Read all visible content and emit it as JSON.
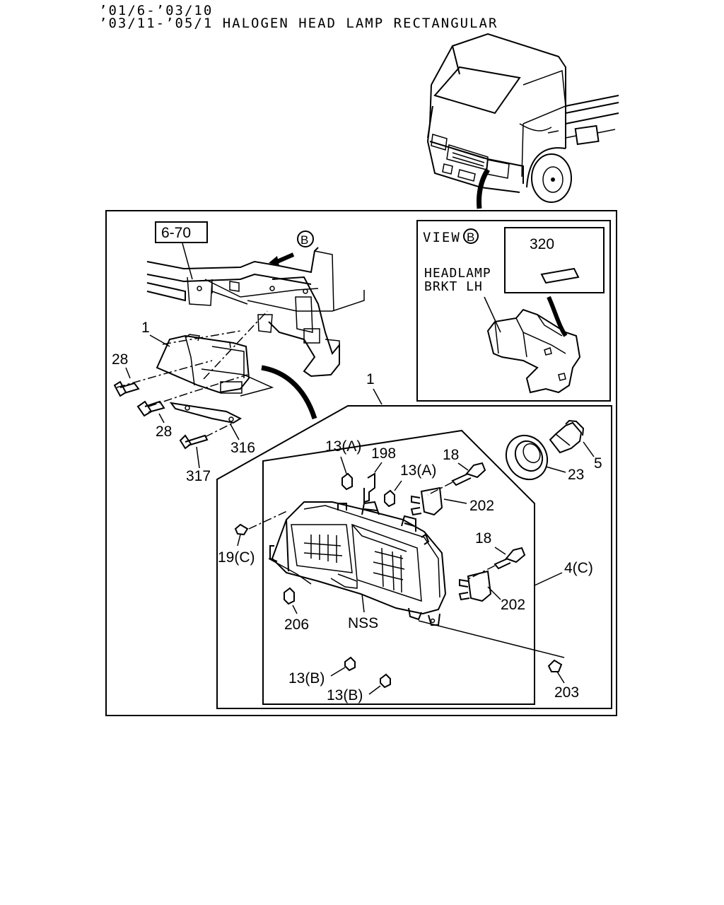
{
  "header": {
    "line1": "’01/6-’03/10",
    "line2": "’03/11-’05/1 HALOGEN HEAD LAMP RECTANGULAR"
  },
  "view": {
    "title": "VIEW",
    "marker": "B",
    "inset_label_line1": "HEADLAMP",
    "inset_label_line2": "BRKT LH"
  },
  "arrow_marker": "B",
  "ref_box": "6-70",
  "callouts": {
    "p320": "320",
    "p1_upper": "1",
    "p1_lower": "1",
    "p28_a": "28",
    "p28_b": "28",
    "p316": "316",
    "p317": "317",
    "p5": "5",
    "p23": "23",
    "p13a_1": "13(A)",
    "p198": "198",
    "p13a_2": "13(A)",
    "p18_a": "18",
    "p202_a": "202",
    "p19c": "19(C)",
    "p18_b": "18",
    "p4c": "4(C)",
    "p202_b": "202",
    "p206": "206",
    "pnss": "NSS",
    "p13b_1": "13(B)",
    "p13b_2": "13(B)",
    "p203": "203"
  }
}
